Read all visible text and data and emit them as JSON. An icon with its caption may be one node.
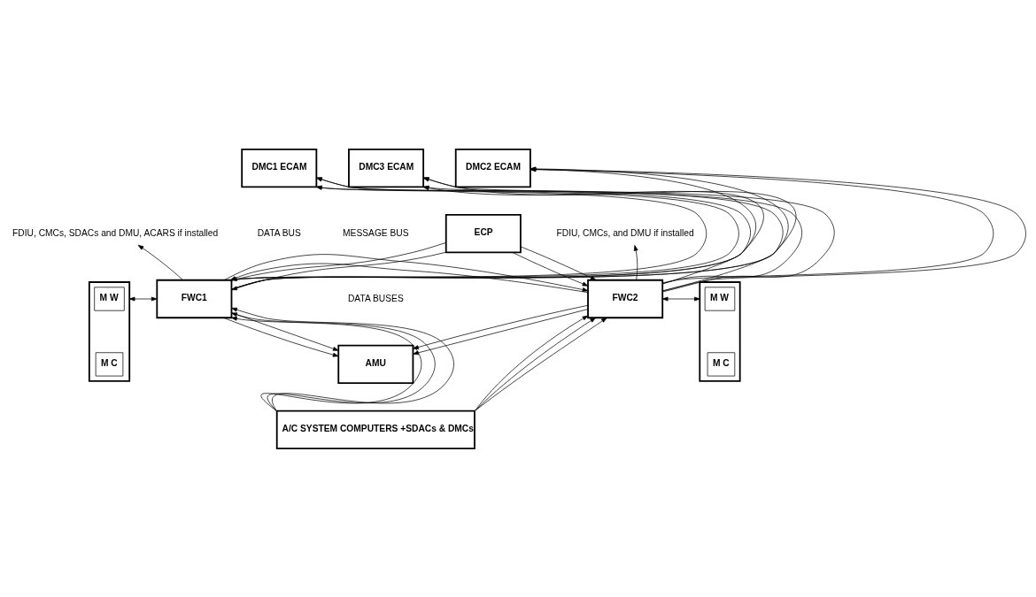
{
  "diagram": {
    "nodes": [
      {
        "text": [
          "DMC1 ECAM"
        ]
      },
      {
        "text": [
          "DMC3 ECAM"
        ]
      },
      {
        "text": [
          "DMC2 ECAM"
        ]
      },
      {
        "text": [
          "FDIU, CMCs, SDACs and DMU, ACARS if installed"
        ]
      },
      {
        "text": [
          "FDIU, CMCs, and DMU if installed"
        ]
      },
      {
        "text": [
          "ECP"
        ]
      },
      {
        "text": [],
        "shape": "box"
      },
      {
        "text": [
          "M W"
        ],
        "in": 6
      },
      {
        "text": [
          "M C"
        ],
        "in": 6
      },
      {
        "text": [
          "FWC1"
        ]
      },
      {
        "text": [
          "FWC2"
        ]
      },
      {
        "text": [],
        "shape": "box"
      },
      {
        "text": [
          "M W"
        ],
        "in": 11
      },
      {
        "text": [
          "M C"
        ],
        "in": 11
      },
      {
        "text": [
          "AMU"
        ]
      },
      {
        "text": [
          "A/C SYSTEM COMPUTERS +SDACs & DMCs"
        ]
      }
    ],
    "edges": [
      {
        "from": 9,
        "to": 0,
        "arrow": "to"
      },
      {
        "from": 9,
        "to": 0,
        "arrow": "to"
      },
      {
        "from": 9,
        "to": 1,
        "arrow": "to"
      },
      {
        "from": 9,
        "to": 1,
        "arrow": "to"
      },
      {
        "from": 9,
        "to": 2,
        "arrow": "to"
      },
      {
        "from": 9,
        "to": 2,
        "arrow": "to"
      },
      {
        "from": 10,
        "to": 0,
        "arrow": "to"
      },
      {
        "from": 10,
        "to": 0,
        "arrow": "to"
      },
      {
        "from": 10,
        "to": 1,
        "arrow": "to"
      },
      {
        "from": 10,
        "to": 1,
        "arrow": "to"
      },
      {
        "from": 10,
        "to": 2,
        "arrow": "to"
      },
      {
        "from": 10,
        "to": 2,
        "arrow": "to"
      },
      {
        "from": 9,
        "to": 3,
        "arrow": "to"
      },
      {
        "from": 10,
        "to": 4,
        "arrow": "to"
      },
      {
        "from": 5,
        "to": 9,
        "arrow": "to"
      },
      {
        "from": 5,
        "to": 9,
        "arrow": "to"
      },
      {
        "from": 5,
        "to": 10,
        "arrow": "to"
      },
      {
        "from": 5,
        "to": 10,
        "arrow": "to"
      },
      {
        "from": 10,
        "to": 9,
        "arrow": "to"
      },
      {
        "from": 9,
        "to": 10,
        "arrow": "to"
      },
      {
        "from": 9,
        "to": 14,
        "arrow": "to"
      },
      {
        "from": 9,
        "to": 14,
        "arrow": "to"
      },
      {
        "from": 10,
        "to": 14,
        "arrow": "to"
      },
      {
        "from": 10,
        "to": 14,
        "arrow": "to"
      },
      {
        "from": 6,
        "to": 9,
        "arrow": "both"
      },
      {
        "from": 10,
        "to": 11,
        "arrow": "both"
      },
      {
        "from": 15,
        "to": 9,
        "arrow": "to"
      },
      {
        "from": 15,
        "to": 9,
        "arrow": "to"
      },
      {
        "from": 15,
        "to": 9,
        "arrow": "to"
      },
      {
        "from": 15,
        "to": 10,
        "arrow": "to"
      },
      {
        "from": 15,
        "to": 10,
        "arrow": "to"
      },
      {
        "from": 15,
        "to": 10,
        "arrow": "to"
      }
    ],
    "labels": [
      "MESSAGE BUS",
      "DATA BUS",
      "DATA BUSES"
    ]
  }
}
